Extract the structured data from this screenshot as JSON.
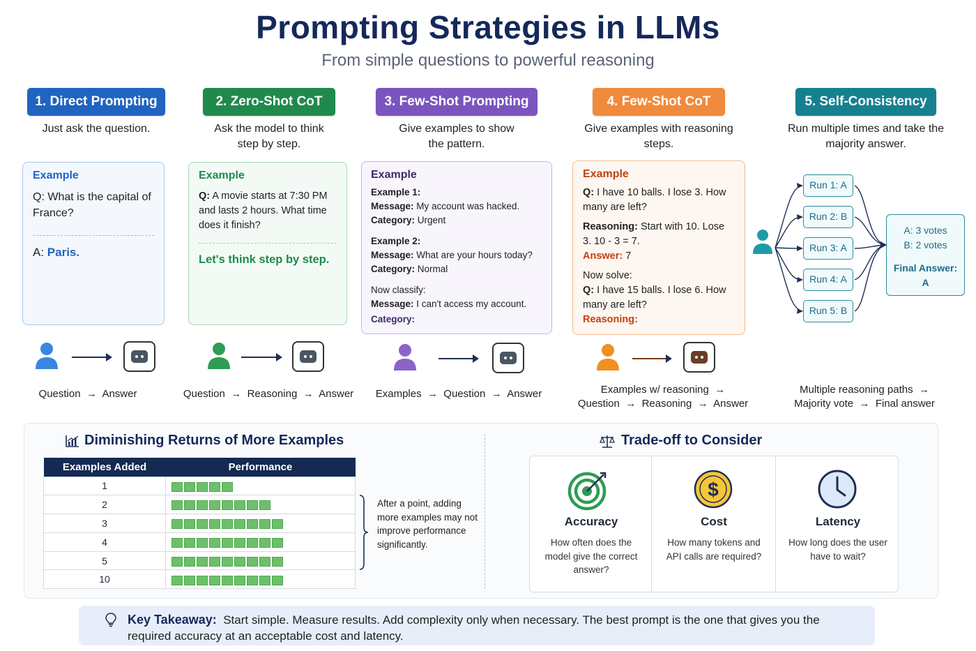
{
  "header": {
    "title": "Prompting Strategies in LLMs",
    "subtitle": "From simple questions to powerful reasoning"
  },
  "strategies": [
    {
      "title": "1. Direct Prompting",
      "desc": "Just ask the question.",
      "color": "#1f64c0",
      "card": {
        "label": "Example",
        "question": "Q: What is the capital of France?",
        "answer_prefix": "A:",
        "answer": "Paris."
      },
      "flow": [
        "Question",
        "→",
        "Answer"
      ]
    },
    {
      "title": "2. Zero-Shot CoT",
      "desc": "Ask the model to think step by step.",
      "color": "#1f8a4c",
      "card": {
        "label": "Example",
        "q_prefix": "Q:",
        "question": "A movie starts at 7:30 PM and lasts 2 hours. What time does it finish?",
        "cue": "Let's think step by step."
      },
      "flow": [
        "Question",
        "→",
        "Reasoning",
        "→",
        "Answer"
      ]
    },
    {
      "title": "3. Few-Shot Prompting",
      "desc": "Give examples to show the pattern.",
      "color": "#7a55be",
      "card": {
        "label": "Example",
        "ex1_title": "Example 1:",
        "ex1_msg_label": "Message:",
        "ex1_msg": "My account was hacked.",
        "ex1_cat_label": "Category:",
        "ex1_cat": "Urgent",
        "ex2_title": "Example 2:",
        "ex2_msg_label": "Message:",
        "ex2_msg": "What are your hours today?",
        "ex2_cat_label": "Category:",
        "ex2_cat": "Normal",
        "classify": "Now classify:",
        "q_msg_label": "Message:",
        "q_msg": "I can't access my account.",
        "q_cat_label": "Category:"
      },
      "flow": [
        "Examples",
        "→",
        "Question",
        "→",
        "Answer"
      ]
    },
    {
      "title": "4. Few-Shot CoT",
      "desc": "Give examples with reasoning steps.",
      "color": "#f08a3c",
      "card": {
        "label": "Example",
        "q_prefix": "Q:",
        "q1": "I have 10 balls. I lose 3. How many are left?",
        "r_label": "Reasoning:",
        "r1": "Start with 10. Lose 3. 10 - 3 = 7.",
        "a_label": "Answer:",
        "a1": "7",
        "solve": "Now solve:",
        "q2": "I have 15 balls. I lose 6. How many are left?",
        "r2_label": "Reasoning:"
      },
      "flow1": [
        "Examples w/ reasoning",
        "→"
      ],
      "flow2": [
        "Question",
        "→",
        "Reasoning",
        "→",
        "Answer"
      ]
    },
    {
      "title": "5. Self-Consistency",
      "desc": "Run multiple times and take the majority answer.",
      "color": "#17808f",
      "runs": [
        "Run 1: A",
        "Run 2: B",
        "Run 3: A",
        "Run 4: A",
        "Run 5: B"
      ],
      "votes": [
        "A: 3 votes",
        "B: 2 votes"
      ],
      "final_label": "Final Answer:",
      "final": "A",
      "flow1": [
        "Multiple reasoning paths",
        "→"
      ],
      "flow2": [
        "Majority vote",
        "→",
        "Final answer"
      ]
    }
  ],
  "diminishing": {
    "title": "Diminishing Returns of More Examples",
    "columns": [
      "Examples Added",
      "Performance"
    ],
    "rows": [
      {
        "examples": "1",
        "blocks": 5
      },
      {
        "examples": "2",
        "blocks": 8
      },
      {
        "examples": "3",
        "blocks": 9
      },
      {
        "examples": "4",
        "blocks": 9
      },
      {
        "examples": "5",
        "blocks": 9
      },
      {
        "examples": "10",
        "blocks": 9
      }
    ],
    "note": "After a point, adding more examples may not improve performance significantly."
  },
  "tradeoff": {
    "title": "Trade-off to Consider",
    "items": [
      {
        "label": "Accuracy",
        "desc": "How often does the model give the correct answer?",
        "icon": "target-icon"
      },
      {
        "label": "Cost",
        "desc": "How many tokens and API calls are required?",
        "icon": "dollar-coin-icon",
        "symbol": "$"
      },
      {
        "label": "Latency",
        "desc": "How long does the user have to wait?",
        "icon": "clock-icon"
      }
    ]
  },
  "takeaway": {
    "label": "Key Takeaway:",
    "text": "Start simple. Measure results. Add complexity only when necessary. The best prompt is the one that gives you the required accuracy at an acceptable cost and latency."
  }
}
